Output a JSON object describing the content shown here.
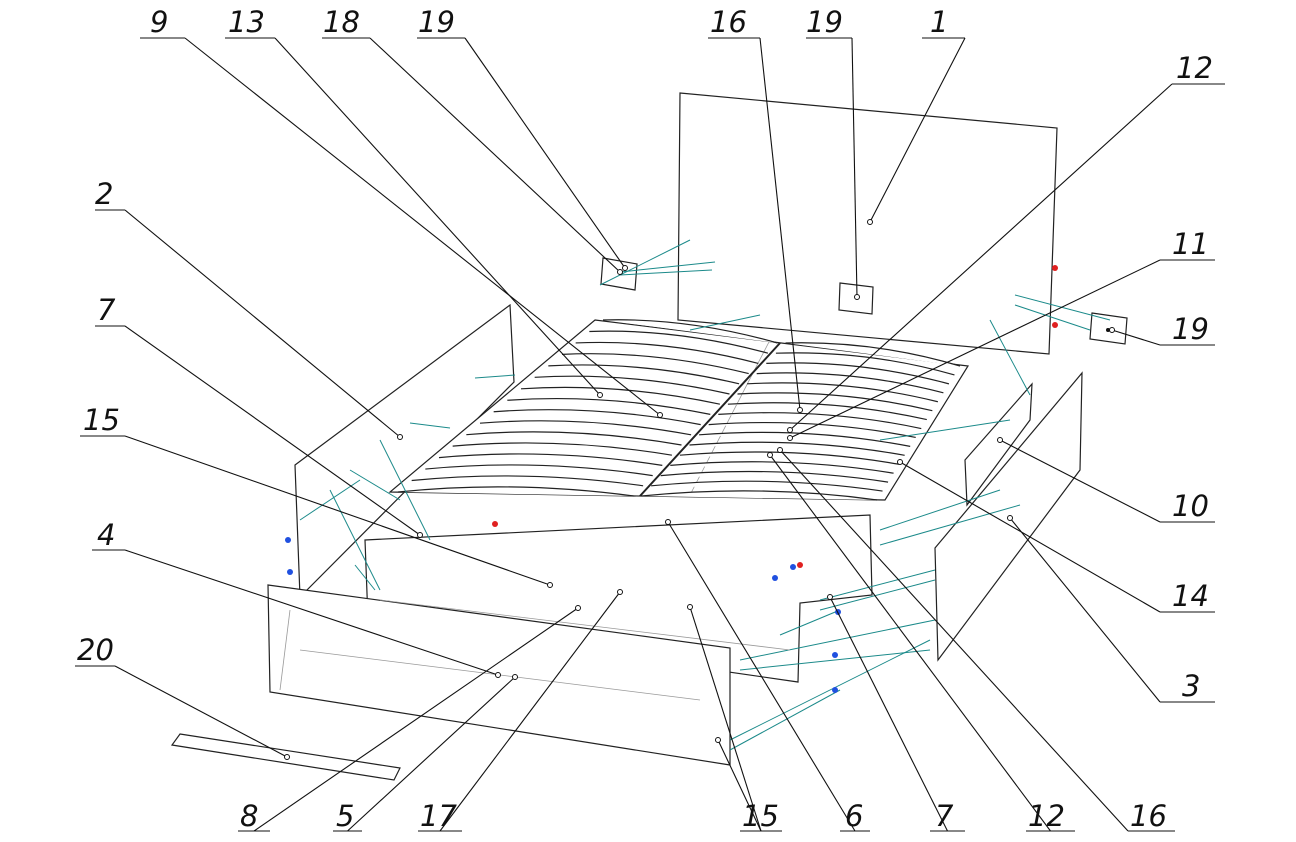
{
  "title": "Bed assembly exploded view",
  "callouts": [
    {
      "id": "c9",
      "label": "9"
    },
    {
      "id": "c13",
      "label": "13"
    },
    {
      "id": "c18",
      "label": "18"
    },
    {
      "id": "c19a",
      "label": "19"
    },
    {
      "id": "c16a",
      "label": "16"
    },
    {
      "id": "c19b",
      "label": "19"
    },
    {
      "id": "c1",
      "label": "1"
    },
    {
      "id": "c12a",
      "label": "12"
    },
    {
      "id": "c11",
      "label": "11"
    },
    {
      "id": "c19c",
      "label": "19"
    },
    {
      "id": "c10",
      "label": "10"
    },
    {
      "id": "c14",
      "label": "14"
    },
    {
      "id": "c3",
      "label": "3"
    },
    {
      "id": "c2",
      "label": "2"
    },
    {
      "id": "c7a",
      "label": "7"
    },
    {
      "id": "c15a",
      "label": "15"
    },
    {
      "id": "c4",
      "label": "4"
    },
    {
      "id": "c20",
      "label": "20"
    },
    {
      "id": "c8",
      "label": "8"
    },
    {
      "id": "c5",
      "label": "5"
    },
    {
      "id": "c17",
      "label": "17"
    },
    {
      "id": "c15b",
      "label": "15"
    },
    {
      "id": "c6",
      "label": "6"
    },
    {
      "id": "c7b",
      "label": "7"
    },
    {
      "id": "c12b",
      "label": "12"
    },
    {
      "id": "c16b",
      "label": "16"
    }
  ],
  "colors": {
    "hardware": "#1b8a8a",
    "line": "#222222",
    "accent_red": "#e02020",
    "accent_blue": "#2050e0"
  }
}
